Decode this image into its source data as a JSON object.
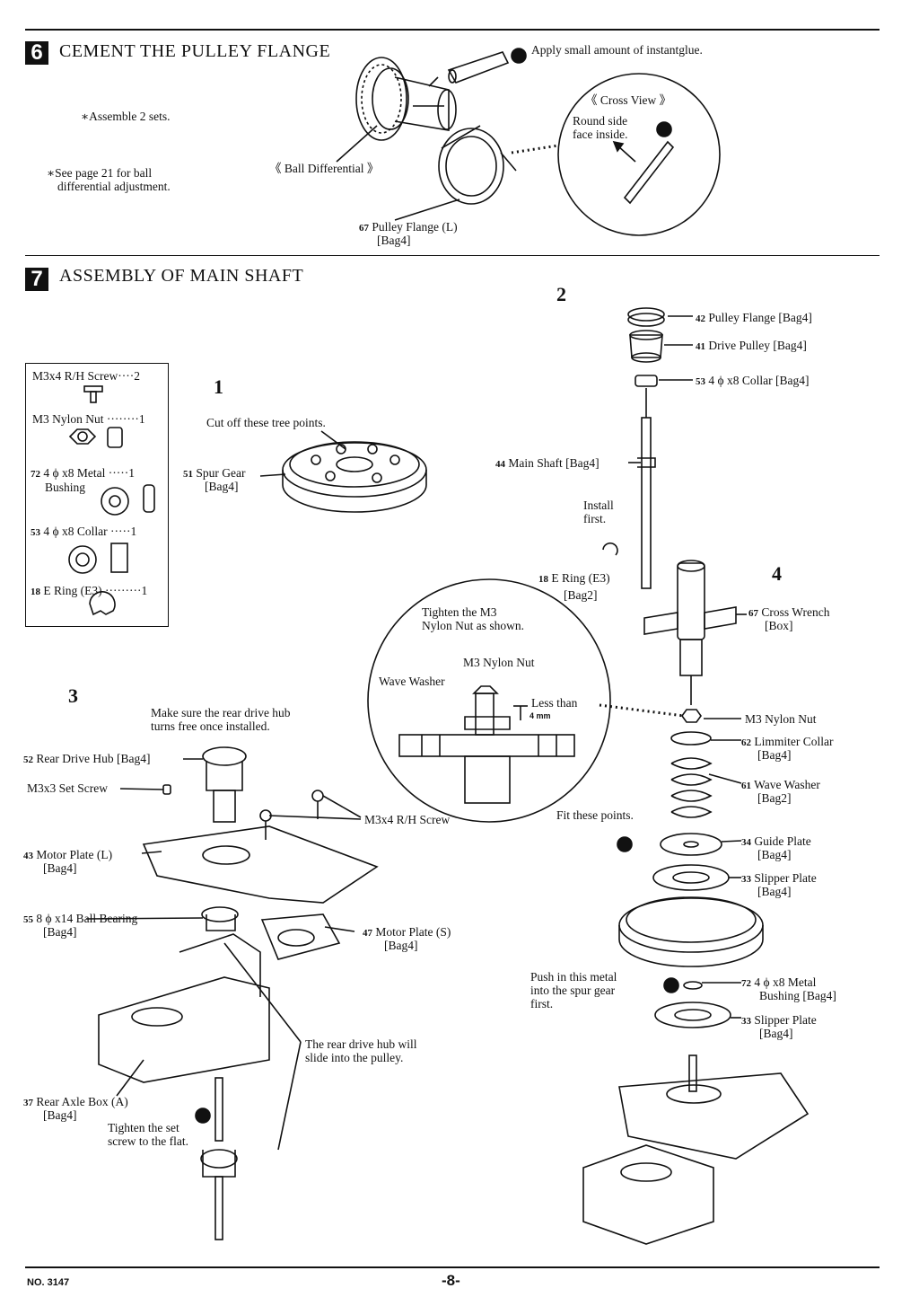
{
  "section6": {
    "number": "6",
    "title": "CEMENT THE PULLEY FLANGE",
    "note_assemble": "∗Assemble 2 sets.",
    "note_see_page_1": "∗See page 21 for ball",
    "note_see_page_2": "differential adjustment.",
    "glue_note": "Apply small amount of instantglue.",
    "ball_diff_label": "《 Ball Differential 》",
    "pulley_flange_num": "67",
    "pulley_flange_label": "Pulley Flange (L)",
    "pulley_flange_bag": "[Bag4]",
    "cross_view_title": "《 Cross View 》",
    "cross_view_text_1": "Round side",
    "cross_view_text_2": "face inside."
  },
  "section7": {
    "number": "7",
    "title": "ASSEMBLY OF MAIN SHAFT",
    "parts_list": [
      {
        "name": "M3x4 R/H Screw",
        "dots": "····",
        "qty": "2"
      },
      {
        "name": "M3 Nylon Nut",
        "dots": "········",
        "qty": "1"
      },
      {
        "num": "72",
        "name": "4 ϕ x8 Metal",
        "name2": "Bushing",
        "dots": "·····",
        "qty": "1"
      },
      {
        "num": "53",
        "name": "4 ϕ x8 Collar",
        "dots": "·····",
        "qty": "1"
      },
      {
        "num": "18",
        "name": "E Ring (E3)",
        "dots": "·········",
        "qty": "1"
      }
    ],
    "step1": {
      "label": "1",
      "cut_note": "Cut off these tree points.",
      "spur_num": "51",
      "spur_label": "Spur Gear",
      "spur_bag": "[Bag4]"
    },
    "step2": {
      "label": "2",
      "parts": [
        {
          "num": "42",
          "label": "Pulley Flange [Bag4]"
        },
        {
          "num": "41",
          "label": "Drive Pulley [Bag4]"
        },
        {
          "num": "53",
          "label": "4 ϕ x8 Collar [Bag4]"
        }
      ],
      "main_shaft_num": "44",
      "main_shaft_label": "Main Shaft [Bag4]",
      "install_1": "Install",
      "install_2": "first.",
      "ering_num": "18",
      "ering_label": "E Ring (E3)",
      "ering_bag": "[Bag2]"
    },
    "step3": {
      "label": "3",
      "hub_note_1": "Make sure the rear drive hub",
      "hub_note_2": "turns free once installed.",
      "hub_num": "52",
      "hub_label": "Rear Drive Hub [Bag4]",
      "setscrew_label": "M3x3 Set Screw",
      "rh_screw_label": "M3x4 R/H Screw",
      "motor_plate_l_num": "43",
      "motor_plate_l_label": "Motor Plate (L)",
      "motor_plate_l_bag": "[Bag4]",
      "bearing_num": "55",
      "bearing_label": "8 ϕ x14 Ball Bearing",
      "bearing_bag": "[Bag4]",
      "motor_plate_s_num": "47",
      "motor_plate_s_label": "Motor Plate (S)",
      "motor_plate_s_bag": "[Bag4]",
      "slide_note_1": "The rear drive hub will",
      "slide_note_2": "slide into the pulley.",
      "axle_num": "37",
      "axle_label": "Rear Axle Box (A)",
      "axle_bag": "[Bag4]",
      "tighten_1": "Tighten the set",
      "tighten_2": "screw to the flat."
    },
    "circle_detail": {
      "note_1": "Tighten the M3",
      "note_2": "Nylon Nut as shown.",
      "nut_label": "M3 Nylon Nut",
      "washer_label": "Wave Washer",
      "less_than": "Less than",
      "mm": "4 mm"
    },
    "step4": {
      "label": "4",
      "wrench_num": "67",
      "wrench_label": "Cross Wrench",
      "wrench_bag": "[Box]",
      "nut_label": "M3 Nylon Nut",
      "limiter_num": "62",
      "limiter_label": "Limmiter Collar",
      "limiter_bag": "[Bag4]",
      "wave_num": "61",
      "wave_label": "Wave Washer",
      "wave_bag": "[Bag2]",
      "fit_note": "Fit these points.",
      "guide_num": "34",
      "guide_label": "Guide Plate",
      "guide_bag": "[Bag4]",
      "slipper_num": "33",
      "slipper_label": "Slipper Plate",
      "slipper_bag": "[Bag4]",
      "push_1": "Push in this metal",
      "push_2": "into the spur gear",
      "push_3": "first.",
      "bushing_num": "72",
      "bushing_label": "4 ϕ x8 Metal",
      "bushing_label2": "Bushing [Bag4]",
      "slipper2_num": "33",
      "slipper2_label": "Slipper Plate",
      "slipper2_bag": "[Bag4]"
    }
  },
  "footer": {
    "model_no": "NO. 3147",
    "page": "-8-"
  }
}
